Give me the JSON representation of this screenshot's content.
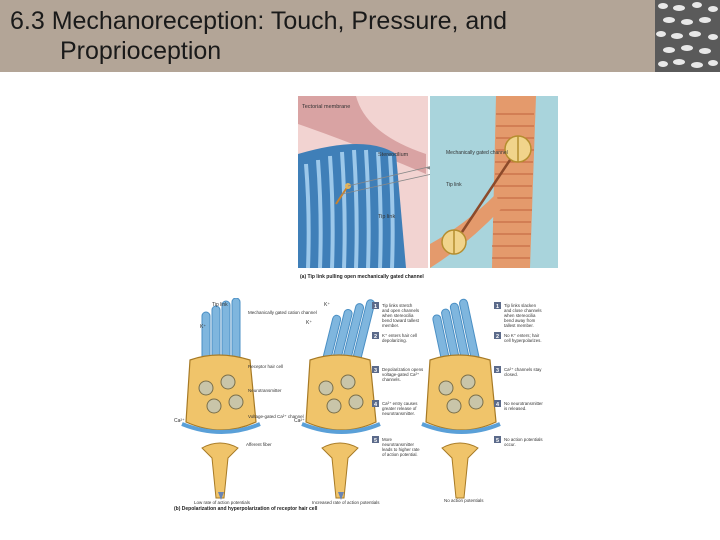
{
  "slide": {
    "title_line1": "6.3 Mechanoreception: Touch, Pressure, and",
    "title_line2": "Proprioception"
  },
  "figure": {
    "panel_a": {
      "tectorial": "Tectorial membrane",
      "stereocilium": "Stereocilium",
      "tip_link": "Tip link",
      "channel": "Mechanically gated channel",
      "channel_tip_link": "Tip link",
      "caption": "(a) Tip link pulling open mechanically gated channel"
    },
    "panel_b": {
      "tip_link": "Tip link",
      "k_top": "K⁺",
      "k_left": "K⁺",
      "mech_channel": "Mechanically gated cation channel",
      "receptor_cell": "Receptor hair cell",
      "neurotransmitter": "Neurotransmitter",
      "vgc_channel": "Voltage-gated Ca²⁺ channel",
      "ca_left": "Ca²⁺",
      "afferent": "Afferent fiber",
      "low_rate": "Low rate of action potentials",
      "caption": "(b) Depolarization and hyperpolarization of receptor hair cell",
      "mid_k_top": "K⁺",
      "mid_k_left": "K⁺",
      "mid_ca": "Ca²⁺",
      "mid_rate": "Increased rate of action potentials",
      "right_rate": "No action potentials",
      "mid_steps": [
        {
          "n": "1",
          "text": "Tip links stretch and open channels when stereocilia bend toward tallest member."
        },
        {
          "n": "2",
          "text": "K⁺ enters hair cell depolarizing."
        },
        {
          "n": "3",
          "text": "Depolarization opens voltage-gated Ca²⁺ channels."
        },
        {
          "n": "4",
          "text": "Ca²⁺ entry causes greater release of neurotransmitter."
        },
        {
          "n": "5",
          "text": "More neurotransmitter leads to higher rate of action potential."
        }
      ],
      "right_steps": [
        {
          "n": "1",
          "text": "Tip links slacken and close channels when stereocilia bend away from tallest member."
        },
        {
          "n": "2",
          "text": "No K⁺ enters; hair cell hyperpolarizes."
        },
        {
          "n": "3",
          "text": "Ca²⁺ channels stay closed."
        },
        {
          "n": "4",
          "text": "No neurotransmitter is released."
        },
        {
          "n": "5",
          "text": "No action potentials occur."
        }
      ]
    }
  },
  "colors": {
    "title_bg": "#b3a597",
    "stereocilia": "#4a8fc4",
    "hair_cell": "#f0c46a",
    "step_badge": "#5b6a8a"
  }
}
